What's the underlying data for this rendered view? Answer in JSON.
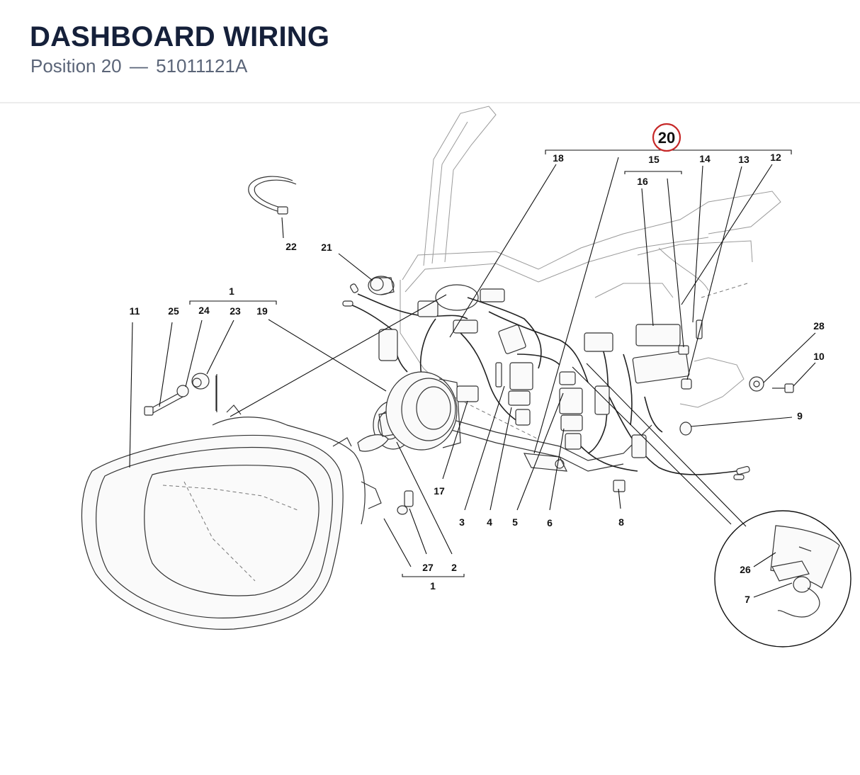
{
  "header": {
    "title": "DASHBOARD WIRING",
    "subtitle_position": "Position 20",
    "subtitle_separator": "—",
    "subtitle_code": "51011121A"
  },
  "highlight": {
    "label": "20"
  },
  "callouts": {
    "c1a": "1",
    "c1b": "1",
    "c2": "2",
    "c3": "3",
    "c4": "4",
    "c5": "5",
    "c6": "6",
    "c7": "7",
    "c8": "8",
    "c9": "9",
    "c10": "10",
    "c11": "11",
    "c12": "12",
    "c13": "13",
    "c14": "14",
    "c15": "15",
    "c16": "16",
    "c17": "17",
    "c18": "18",
    "c19": "19",
    "c21": "21",
    "c22": "22",
    "c23": "23",
    "c24": "24",
    "c25": "25",
    "c26": "26",
    "c27": "27",
    "c28": "28"
  }
}
